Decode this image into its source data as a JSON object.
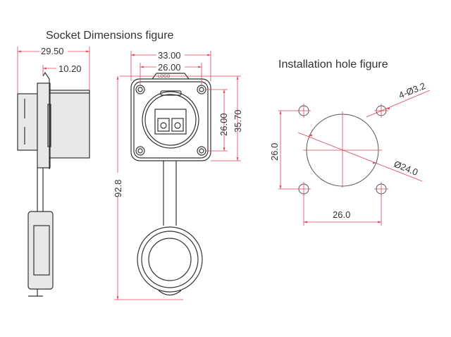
{
  "titles": {
    "socket": "Socket Dimensions figure",
    "installation": "Installation hole figure"
  },
  "socket_dims": {
    "side_width": "29.50",
    "flange_width": "10.20",
    "total_height": "92.8",
    "front_width": "33.00",
    "hole_spacing_h": "26.00",
    "hole_spacing_v": "26.00",
    "front_height": "35.70"
  },
  "hole_dims": {
    "mount_holes": "4-Ø3.2",
    "center_hole": "Ø24.0",
    "spacing_v": "26.0",
    "spacing_h": "26.0"
  },
  "colors": {
    "dimension": "#d9445a",
    "outline": "#333333"
  }
}
